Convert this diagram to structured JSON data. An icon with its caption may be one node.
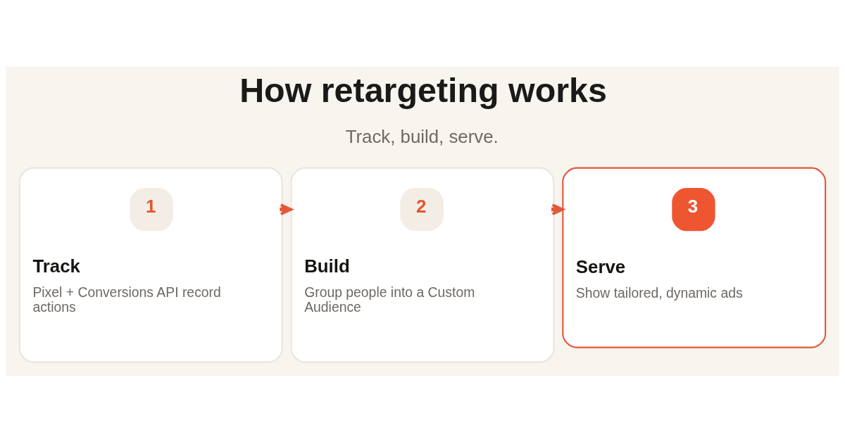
{
  "diagram": {
    "title": "How retargeting works",
    "nodes": [
      {
        "text": [
          "Track",
          "Pixel + Conversions API record actions"
        ]
      },
      {
        "text": [
          "1"
        ],
        "in": 0
      },
      {
        "text": [
          "Build",
          "Group people into a Custom Audience"
        ]
      },
      {
        "text": [
          "2"
        ],
        "in": 2
      },
      {
        "text": [
          "Serve",
          "Show tailored, dynamic ads"
        ]
      },
      {
        "text": [
          "3"
        ],
        "in": 4
      }
    ],
    "edges": [
      {
        "from": 0,
        "to": 2,
        "arrow": "to"
      },
      {
        "from": 2,
        "to": 4,
        "arrow": "to"
      }
    ],
    "labels": [
      "Track, build, serve."
    ]
  }
}
